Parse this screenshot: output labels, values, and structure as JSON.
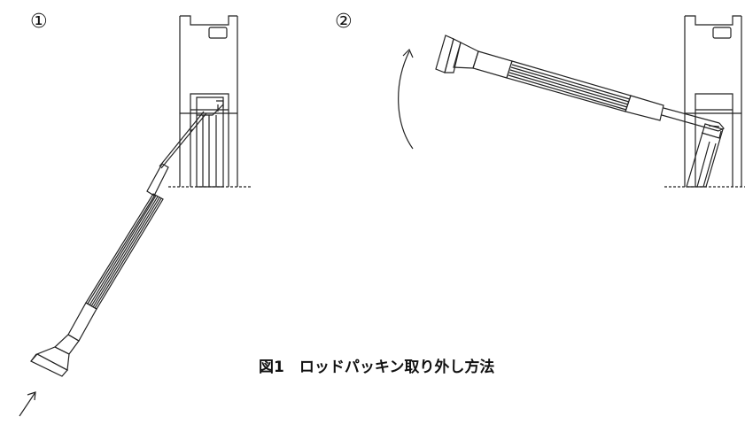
{
  "steps": [
    {
      "label": "①"
    },
    {
      "label": "②"
    }
  ],
  "caption": "図1　ロッドパッキン取り外し方法"
}
